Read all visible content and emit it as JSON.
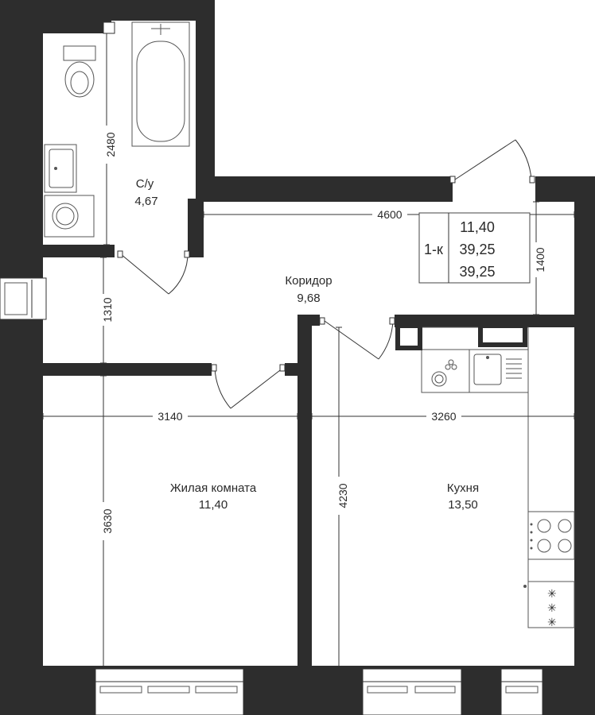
{
  "rooms": {
    "bathroom": {
      "label": "С/у",
      "area": "4,67"
    },
    "corridor": {
      "label": "Коридор",
      "area": "9,68"
    },
    "living": {
      "label": "Жилая комната",
      "area": "11,40"
    },
    "kitchen": {
      "label": "Кухня",
      "area": "13,50"
    }
  },
  "summary": {
    "type": "1-к",
    "living_area": "11,40",
    "total_area": "39,25",
    "total_area_2": "39,25"
  },
  "dimensions": {
    "bath_height": "2480",
    "corridor_height": "1310",
    "corridor_width": "4600",
    "hall_depth": "1400",
    "living_width": "3140",
    "kitchen_width": "3260",
    "living_height": "3630",
    "kitchen_height": "4230"
  }
}
